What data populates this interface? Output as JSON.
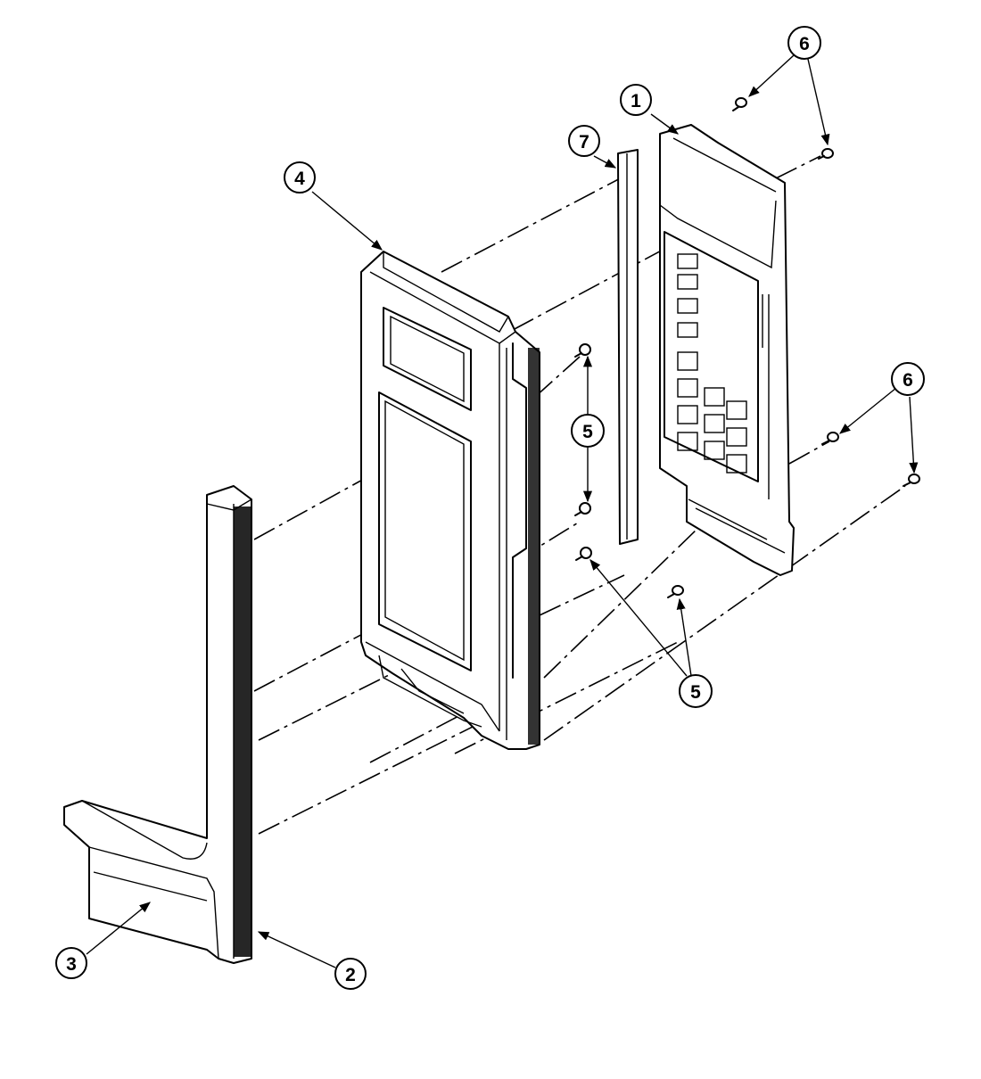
{
  "callouts": [
    {
      "id": "c1",
      "label": "1"
    },
    {
      "id": "c2",
      "label": "2"
    },
    {
      "id": "c3",
      "label": "3"
    },
    {
      "id": "c4",
      "label": "4"
    },
    {
      "id": "c5a",
      "label": "5"
    },
    {
      "id": "c5b",
      "label": "5"
    },
    {
      "id": "c6a",
      "label": "6"
    },
    {
      "id": "c6b",
      "label": "6"
    },
    {
      "id": "c7",
      "label": "7"
    }
  ]
}
